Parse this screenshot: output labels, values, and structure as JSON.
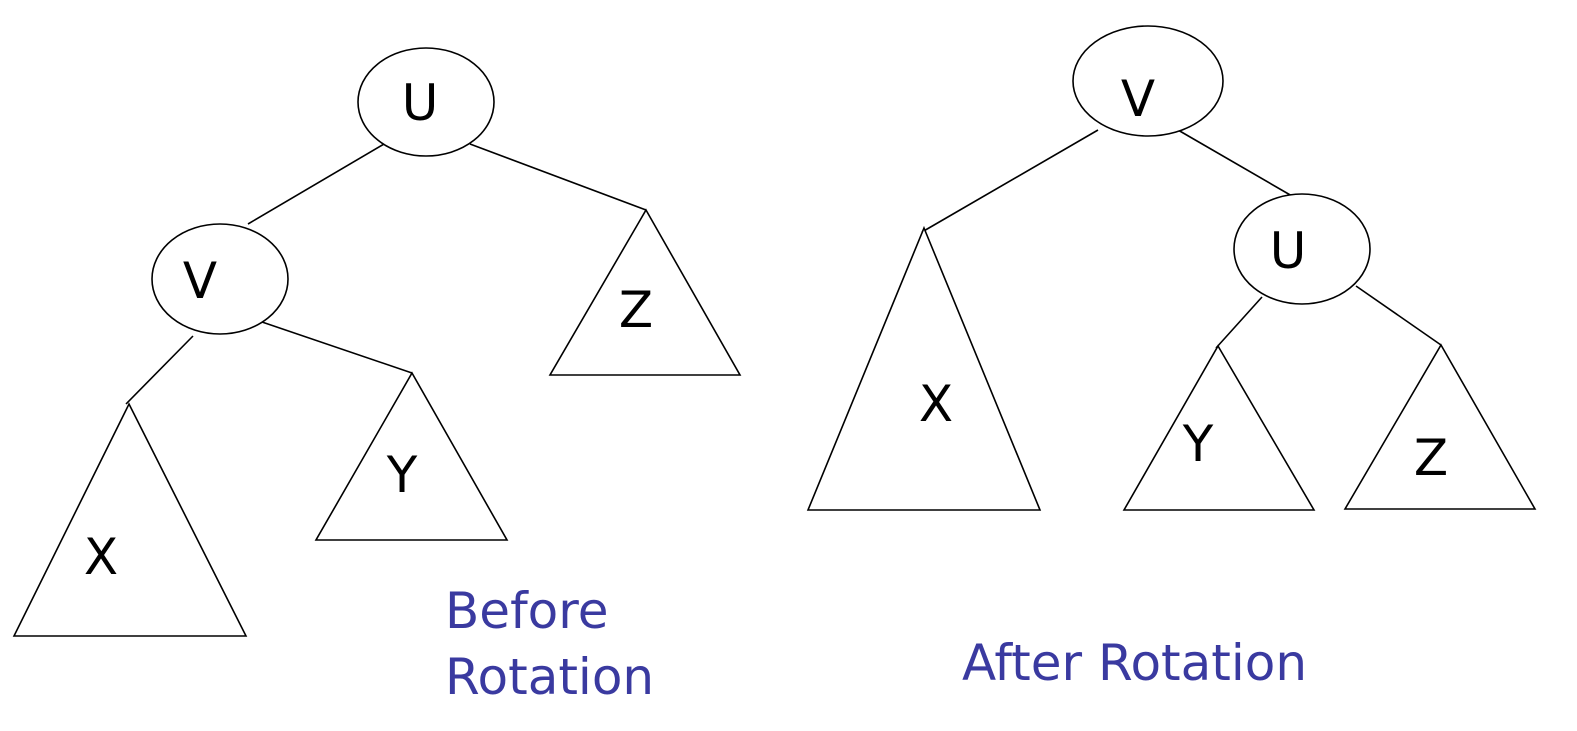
{
  "colors": {
    "caption": "#3a3aa0",
    "stroke": "#000000"
  },
  "before": {
    "caption_line1": "Before",
    "caption_line2": "Rotation",
    "nodes": {
      "u": "U",
      "v": "V"
    },
    "subtrees": {
      "x": "X",
      "y": "Y",
      "z": "Z"
    }
  },
  "after": {
    "caption": "After Rotation",
    "nodes": {
      "v": "V",
      "u": "U"
    },
    "subtrees": {
      "x": "X",
      "y": "Y",
      "z": "Z"
    }
  }
}
